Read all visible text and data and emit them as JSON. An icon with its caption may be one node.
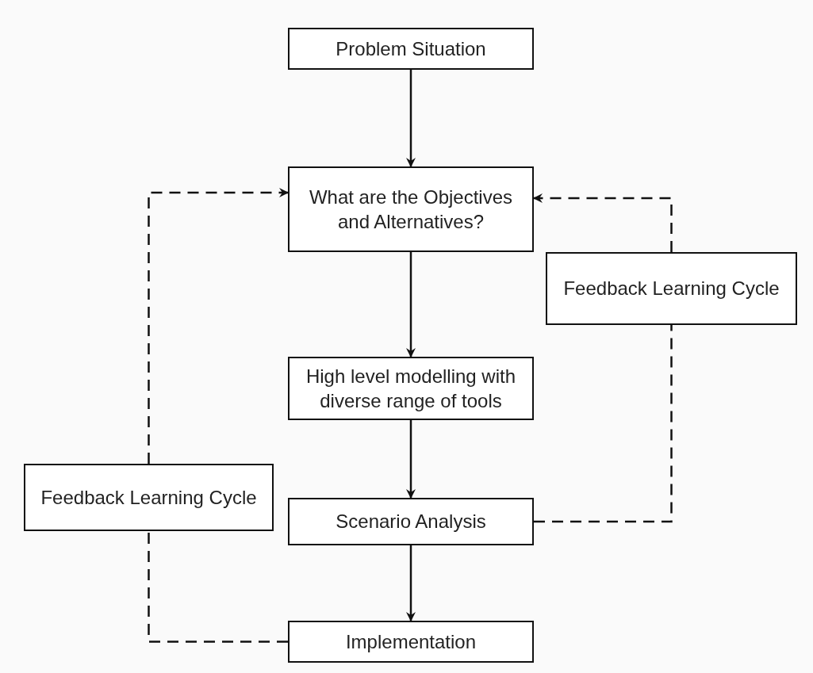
{
  "diagram": {
    "nodes": [
      {
        "text": [
          "Problem Situation"
        ]
      },
      {
        "text": [
          "What are the Objectives and Alternatives?"
        ]
      },
      {
        "text": [
          "High level modelling with diverse range of tools"
        ]
      },
      {
        "text": [
          "Scenario Analysis"
        ]
      },
      {
        "text": [
          "Implementation"
        ]
      },
      {
        "text": [
          "Feedback Learning Cycle"
        ]
      },
      {
        "text": [
          "Feedback Learning Cycle"
        ]
      }
    ],
    "edges": [
      {
        "from": 0,
        "to": 1,
        "arrow": "to"
      },
      {
        "from": 1,
        "to": 2,
        "arrow": "to"
      },
      {
        "from": 2,
        "to": 3,
        "arrow": "to"
      },
      {
        "from": 3,
        "to": 4,
        "arrow": "to"
      },
      {
        "from": 3,
        "to": 5,
        "arrow": "none",
        "style": "dashed"
      },
      {
        "from": 5,
        "to": 1,
        "arrow": "to",
        "style": "dashed"
      },
      {
        "from": 4,
        "to": 6,
        "arrow": "none",
        "style": "dashed"
      },
      {
        "from": 6,
        "to": 1,
        "arrow": "to",
        "style": "dashed"
      }
    ]
  }
}
